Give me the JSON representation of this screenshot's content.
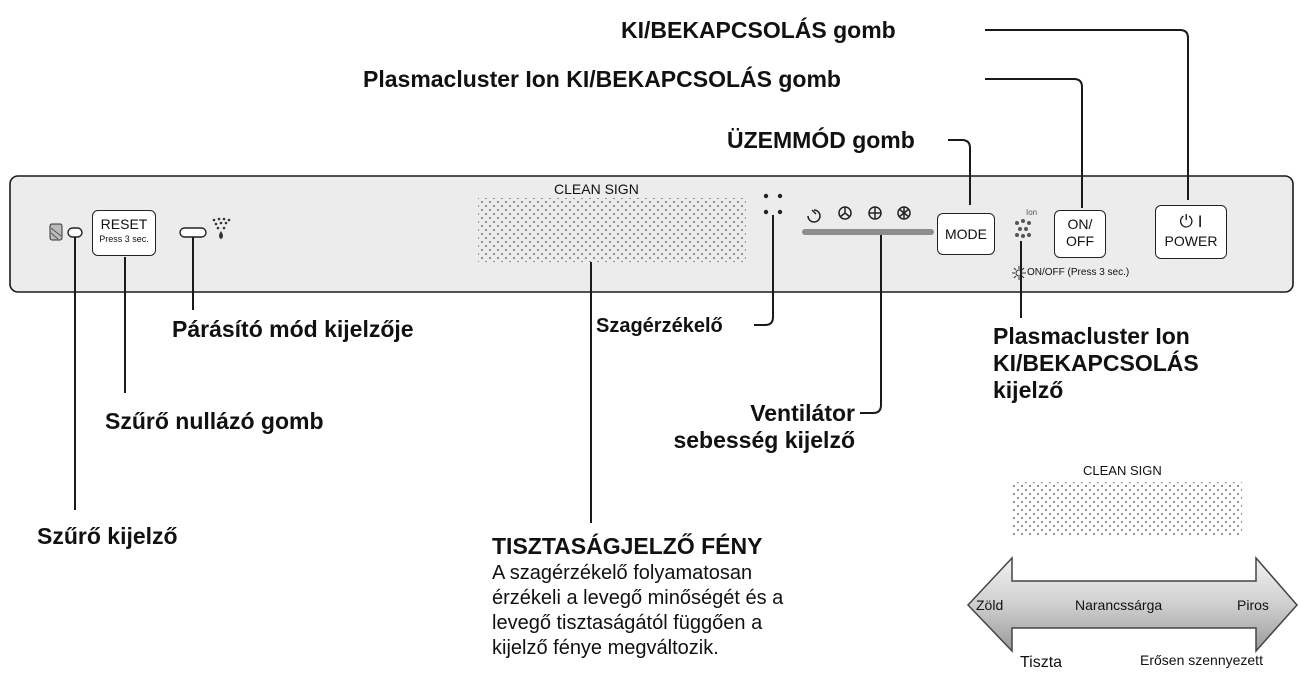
{
  "panel": {
    "clean_sign": "CLEAN SIGN",
    "reset_button": {
      "line1": "RESET",
      "line2": "Press 3 sec."
    },
    "mode_button": "MODE",
    "onoff_button": {
      "line1": "ON/",
      "line2": "OFF"
    },
    "ion_label": "Ion",
    "power_button": {
      "symbol": "⏻ I",
      "label": "POWER"
    },
    "onoff_hint": "ON/OFF (Press 3 sec.)"
  },
  "callouts": {
    "power_button": "KI/BEKAPCSOLÁS gomb",
    "plasmacluster_button": "Plasmacluster Ion KI/BEKAPCSOLÁS gomb",
    "mode_button": "ÜZEMMÓD gomb",
    "humidify_indicator": "Párásító mód kijelzője",
    "odor_sensor": "Szagérzékelő",
    "plasmacluster_indicator": [
      "Plasmacluster Ion",
      "KI/BEKAPCSOLÁS",
      "kijelző"
    ],
    "filter_reset": "Szűrő nullázó gomb",
    "fan_speed": [
      "Ventilátor",
      "sebesség kijelző"
    ],
    "filter_indicator": "Szűrő kijelző",
    "clean_light_title": "TISZTASÁGJELZŐ FÉNY",
    "clean_light_desc": [
      "A szagérzékelő folyamatosan",
      "érzékeli a levegő minőségét és a",
      "levegő tisztaságától függően a",
      "kijelző fénye megváltozik."
    ]
  },
  "legend": {
    "clean_sign": "CLEAN SIGN",
    "green": "Zöld",
    "orange": "Narancssárga",
    "red": "Piros",
    "clean": "Tiszta",
    "dirty": "Erősen szennyezett"
  },
  "colors": {
    "line": "#1a1a1a",
    "panel": "#ececec",
    "arrow": "#c9c9c9",
    "dots": "#8a8a8a"
  },
  "icons": [
    "filter-icon",
    "humidify-icon",
    "odor-sensor-icon",
    "fan-speed-icons",
    "ion-icon",
    "sun-icon",
    "power-icon"
  ]
}
